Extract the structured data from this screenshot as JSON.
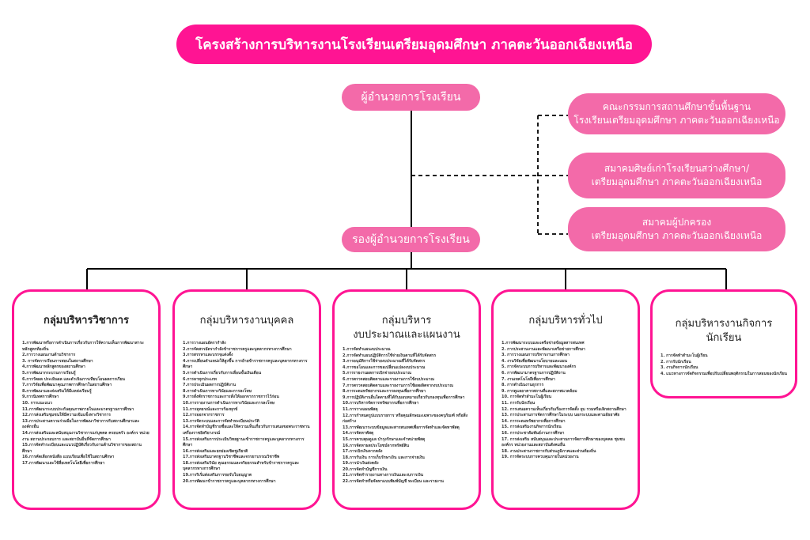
{
  "header": {
    "title": "โครงสร้างการบริหารงานโรงเรียนเตรียมอุดมศึกษา ภาคตะวันออกเฉียงเหนือ"
  },
  "director": {
    "label": "ผู้อำนวยการโรงเรียน"
  },
  "deputy": {
    "label": "รองผู้อำนวยการโรงเรียน"
  },
  "side_boxes": [
    {
      "line1": "คณะกรรมการสถานศึกษาขั้นพื้นฐาน",
      "line2": "โรงเรียนเตรียมอุดมศึกษา ภาคตะวันออกเฉียงเหนือ"
    },
    {
      "line1": "สมาคมศิษย์เก่าโรงเรียนสว่างศึกษา/",
      "line2": "เตรียมอุดมศึกษา ภาคตะวันออกเฉียงเหนือ"
    },
    {
      "line1": "สมาคมผู้ปกครอง",
      "line2": "เตรียมอุดมศึกษา ภาคตะวันออกเฉียงเหนือ"
    }
  ],
  "groups": [
    {
      "title": "กลุ่มบริหารวิชาการ",
      "items": [
        "1.การพัฒนาหรือการดำเนินการเกี่ยวกับการให้ความเห็นการพัฒนาสาระหลักสูตรท้องถิ่น",
        "2.การวางแผนงานด้านวิชาการ",
        "3. การจัดการเรียนการสอนในสถานศึกษา",
        "4.การพัฒนาหลักสูตรของสถานศึกษา",
        "5.การพัฒนากระบวนการเรียนรู้",
        "6.การวัดผล ประเมินผล และดำเนินการเทียบโอนผลการเรียน",
        "7.การวิจัยเพื่อพัฒนาคุณภาพการศึกษาในสถานศึกษา",
        "8.การพัฒนาและส่งเสริมให้มีแหล่งเรียนรู้",
        "9.การนิเทศการศึกษา",
        "10. การแนะแนว",
        "11.การพัฒนาระบบประกันคุณภาพภายในและมาตรฐานการศึกษา",
        "12.การส่งเสริมชุมชนให้มีความเข้มแข็งทางวิชาการ",
        "13.การประสานความร่วมมือในการพัฒนาวิชาการกับสถานศึกษาและองค์กรอื่น",
        "14.การส่งเสริมและสนับสนุนงานวิชาการแก่บุคคล ครอบครัว องค์กร หน่วยงาน สถานประกอบการ และสถาบันอื่นที่จัดการศึกษา",
        "15.การจัดทำระเบียบและแนวปฏิบัติเกี่ยวกับงานด้านวิชาการของสถานศึกษา",
        "16.การคัดเลือกหนังสือ แบบเรียนเพื่อใช้ในสถานศึกษา",
        "17.การพัฒนาและใช้สื่อเทคโนโลยีเพื่อการศึกษา"
      ]
    },
    {
      "title": "กลุ่มบริหารงานบุคคล",
      "items": [
        "1.การวางแผนอัตรากำลัง",
        "2.การจัดสรรอัตรากำลังข้าราชการครูและบุคลากรทางการศึกษา",
        "3.การสรรหาและบรรจุแต่งตั้ง",
        "4.การเปลี่ยนตำแหน่งให้สูงขึ้น การย้ายข้าราชการครูและบุคลากรทางการศึกษา",
        "5.การดำเนินการเกี่ยวกับการเลื่อนขั้นเงินเดือน",
        "6.การลาทุกประเภท",
        "7.การประเมินผลการปฏิบัติงาน",
        "8.การดำเนินการทางวินัยและการลงโทษ",
        "9.การสั่งพักราชการและการสั่งให้ออกจากราชการไว้ก่อน",
        "10.การรายงานการดำเนินการทางวินัยและการลงโทษ",
        "11.การอุทธรณ์และการร้องทุกข์",
        "12.การออกจากราชการ",
        "13.การจัดระบบและการจัดทำทะเบียนประวัติ",
        "14.การจัดทำบัญชีรายชื่อและให้ความเห็นเกี่ยวกับการเสนอขอพระราชทานเครื่องราชอิสริยาภรณ์",
        "15.การส่งเสริมการประเมินวิทยฐานะข้าราชการครูและบุคลากรทางการศึกษา",
        "16.การส่งเสริมและยกย่องเชิดชูเกียรติ",
        "17.การส่งเสริมมาตรฐานวิชาชีพและจรรยาบรรณวิชาชีพ",
        "18.การส่งเสริมวินัย คุณธรรมและจริยธรรมสำหรับข้าราชการครูและบุคลากรทางการศึกษา",
        "19.การริเริ่มส่งเสริมการขอรับใบอนุญาต",
        "20.การพัฒนาข้าราชการครูและบุคลากรทางการศึกษา"
      ]
    },
    {
      "title_line1": "กลุ่มบริหาร",
      "title_line2": "งบประมาณและแผนงาน",
      "items": [
        "1.การจัดทำแผนงบประมาณ",
        "2.การจัดทำแผนปฏิบัติการใช้จ่ายเงินตามที่ได้รับจัดสรร",
        "3.การอนุมัติการใช้จ่ายงบประมาณที่ได้รับจัดสรร",
        "4.การขอโอนและการขอเปลี่ยนแปลงงบประมาณ",
        "5.การรายงานผลการเบิกจ่ายงบประมาณ",
        "6.การตรวจสอบติดตามและรายงานการใช้งบประมาณ",
        "7.การตรวจสอบติดตามและรายงานการใช้ผลผลิตจากงบประมาณ",
        "8.การระดมทรัพยากรและการลงทุนเพื่อการศึกษา",
        "9.การปฏิบัติงานอื่นใดตามที่ได้รับมอบหมายเกี่ยวกับกองทุนเพื่อการศึกษา",
        "10.การบริหารจัดการทรัพยากรเพื่อการศึกษา",
        "11.การวางแผนพัสดุ",
        "12.การกำหนดรูปแบบรายการ หรือคุณลักษณะเฉพาะของครุภัณฑ์ หรือสิ่งก่อสร้าง",
        "13.การพัฒนาระบบข้อมูลและสารสนเทศเพื่อการจัดทำและจัดหาพัสดุ",
        "14.การจัดหาพัสดุ",
        "15.การควบคุมดูแล บำรุงรักษาและจำหน่ายพัสดุ",
        "16.การจัดหาผลประโยชน์จากทรัพย์สิน",
        "17.การเบิกเงินจากคลัง",
        "18.การรับเงิน การเก็บรักษาเงิน และการจ่ายเงิน",
        "19.การนำเงินส่งคลัง",
        "20.การจัดทำบัญชีการเงิน",
        "21.การจัดทำรายงานทางการเงินและงบการเงิน",
        "22.การจัดทำหรือจัดหาแบบพิมพ์บัญชี ทะเบียน และรายงาน"
      ]
    },
    {
      "title": "กลุ่มบริหารทั่วไป",
      "items": [
        "1.การพัฒนาระบบและเครือข่ายข้อมูลสารสนเทศ",
        "2. การประสานงานและพัฒนาเครือข่ายการศึกษา",
        "3. การวางแผนการบริหารงานการศึกษา",
        "4. งานวิจัยเพื่อพัฒนานโยบายและแผน",
        "5. การจัดระบบการบริหารและพัฒนาองค์กร",
        "6. การพัฒนามาตรฐานการปฏิบัติงาน",
        "7. งานเทคโนโลยีเพื่อการศึกษา",
        "8. การดำเนินงานธุรการ",
        "9. การดูแลอาคารสถานที่และสภาพแวดล้อม",
        "10. การจัดทำสำมะโนผู้เรียน",
        "11. การรับนักเรียน",
        "12. การเสนอความเห็นเกี่ยวกับเรื่องการจัดตั้ง ยุบ รวมหรือเลิกสถานศึกษา",
        "13. การประสานการจัดการศึกษาในระบบ นอกระบบและตามอัธยาศัย",
        "14. การระดมทรัพยากรเพื่อการศึกษา",
        "15. การส่งเสริมงานกิจการนักเรียน",
        "16. การประชาสัมพันธ์งานการศึกษา",
        "17. การส่งเสริม สนับสนุนและประสานการจัดการศึกษาของบุคคล ชุมชน องค์กร หน่วยงานและสถาบันสังคมอื่น",
        "18. งานประสานราชการกับส่วนภูมิภาคและส่วนท้องถิ่น",
        "19. การจัดระบบการควบคุมภายในหน่วยงาน"
      ]
    },
    {
      "title": "กลุ่มบริหารงานกิจการนักเรียน",
      "items": [
        "1. การจัดทำสำมะโนผู้เรียน",
        "2. การรับนักเรียน",
        "3. งานกิจการนักเรียน",
        "4. แนวทางการจัดกิจกรรมเพื่อปรับเปลี่ยนพฤติกรรมในการสอนของนักเรียน"
      ]
    }
  ]
}
